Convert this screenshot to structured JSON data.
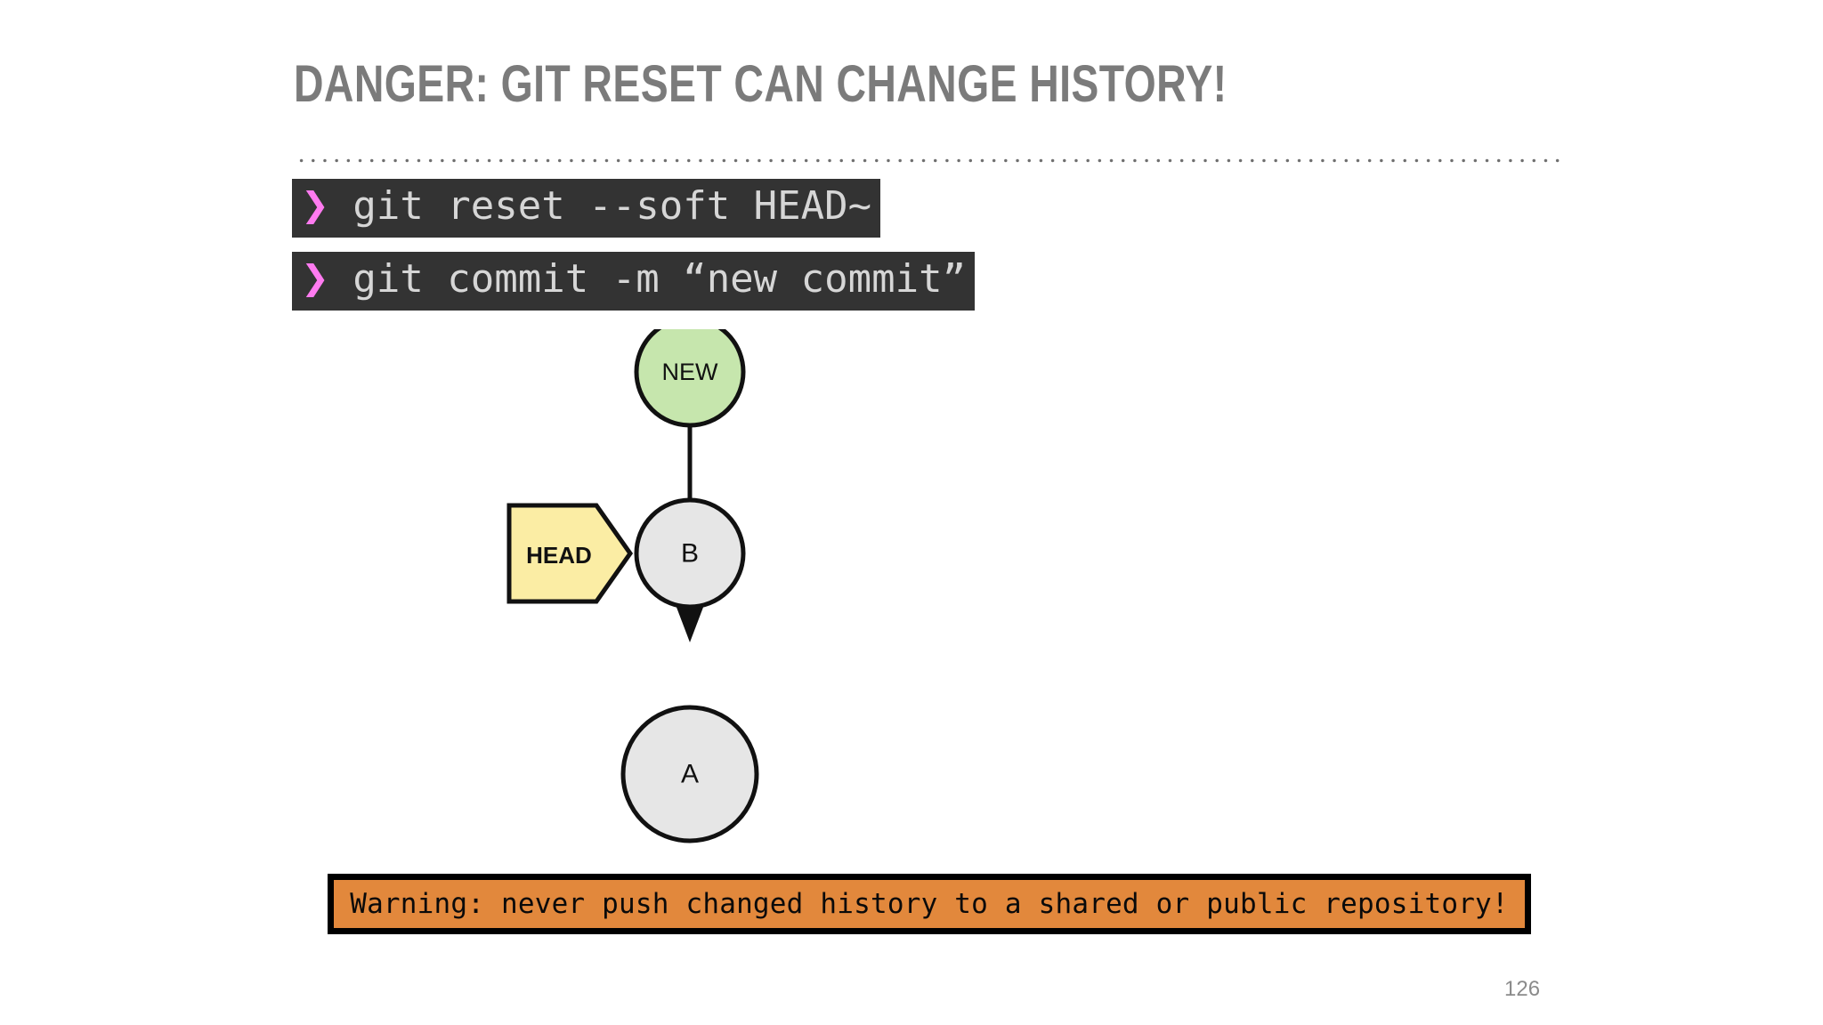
{
  "slide": {
    "title": "DANGER: GIT RESET CAN CHANGE HISTORY!",
    "page_number": "126",
    "background_color": "#ffffff",
    "title_color": "#7b7b7b",
    "divider_color": "#6f6f6f"
  },
  "terminal": {
    "prompt_glyph": "❯",
    "prompt_color": "#ff7bf0",
    "background_color": "#333333",
    "text_color": "#d6d6d6",
    "lines": [
      {
        "prompt": "❯",
        "command": " git reset --soft HEAD~"
      },
      {
        "prompt": "❯",
        "command": " git commit -m “new commit”"
      }
    ]
  },
  "diagram": {
    "type": "commit-graph",
    "head_label": "HEAD",
    "head_fill": "#fbeda4",
    "head_stroke": "#111111",
    "nodes": [
      {
        "id": "new",
        "label": "NEW",
        "fill": "#c6e6ad",
        "stroke": "#111111"
      },
      {
        "id": "b",
        "label": "B",
        "fill": "#e6e6e6",
        "stroke": "#111111"
      },
      {
        "id": "a",
        "label": "A",
        "fill": "#e6e6e6",
        "stroke": "#111111"
      }
    ],
    "edges": [
      {
        "from": "new",
        "to": "b",
        "arrow": false
      },
      {
        "from": "b",
        "to": "a",
        "arrow": true
      }
    ]
  },
  "warning": {
    "text": "Warning: never push changed history to a shared or public repository!",
    "background_color": "#e2883c",
    "border_color": "#000000",
    "text_color": "#0a0a0a"
  }
}
